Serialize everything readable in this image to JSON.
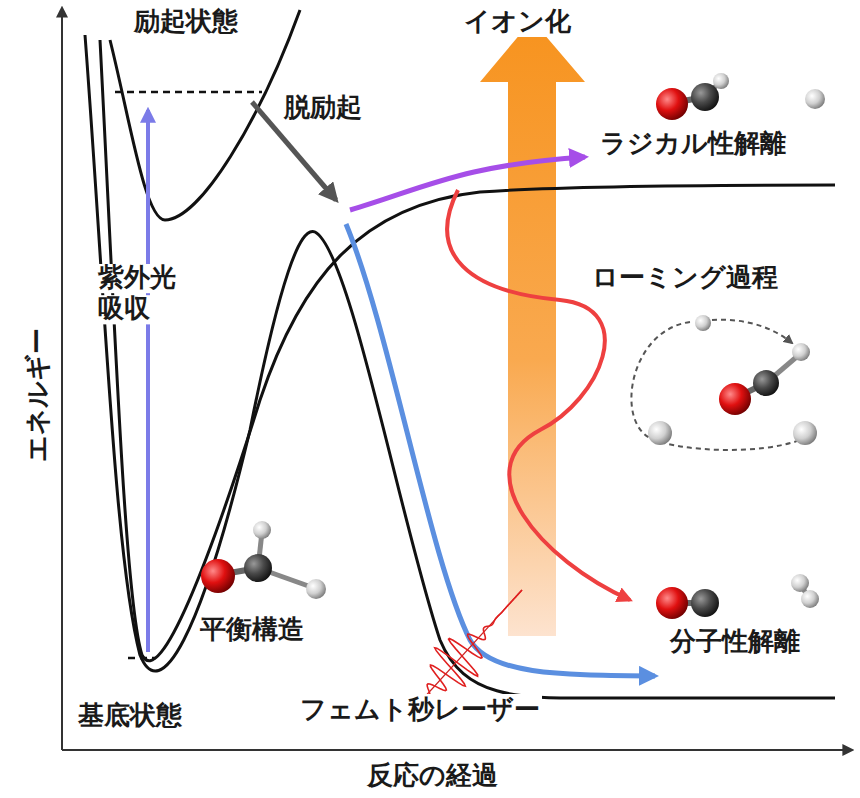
{
  "diagram": {
    "labels": [
      "励起状態",
      "イオン化",
      "脱励起",
      "ラジカル性解離",
      "ローミング過程",
      "エネルギー",
      "紫外光 吸収",
      "平衡構造",
      "分子性解離",
      "基底状態",
      "フェムト秒レーザー",
      "反応の経過"
    ]
  }
}
